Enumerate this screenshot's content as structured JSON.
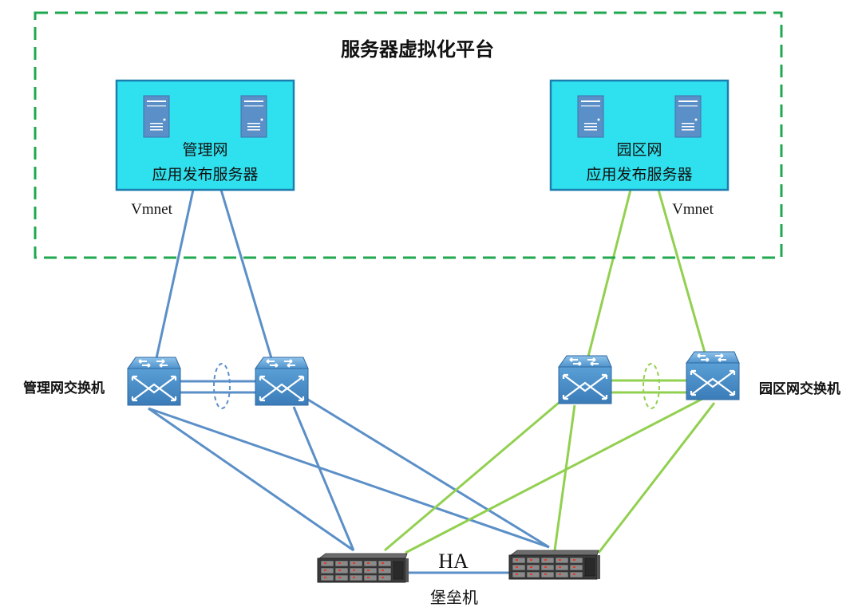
{
  "platform": {
    "title": "服务器虚拟化平台"
  },
  "left_server": {
    "line1": "管理网",
    "line2": "应用发布服务器",
    "vmnet": "Vmnet"
  },
  "right_server": {
    "line1": "园区网",
    "line2": "应用发布服务器",
    "vmnet": "Vmnet"
  },
  "left_switch": {
    "label": "管理网交换机"
  },
  "right_switch": {
    "label": "园区网交换机"
  },
  "bastion": {
    "ha": "HA",
    "label": "堡垒机"
  },
  "colors": {
    "platform_border": "#1fa84f",
    "server_fill": "#2fe1ee",
    "server_border": "#1a7fb0",
    "mgmt_link": "#5b8fc7",
    "campus_link": "#92d050",
    "switch_fill": "#4a90c8"
  },
  "icons": [
    "server-tower-icon",
    "network-switch-icon",
    "rack-server-icon"
  ]
}
